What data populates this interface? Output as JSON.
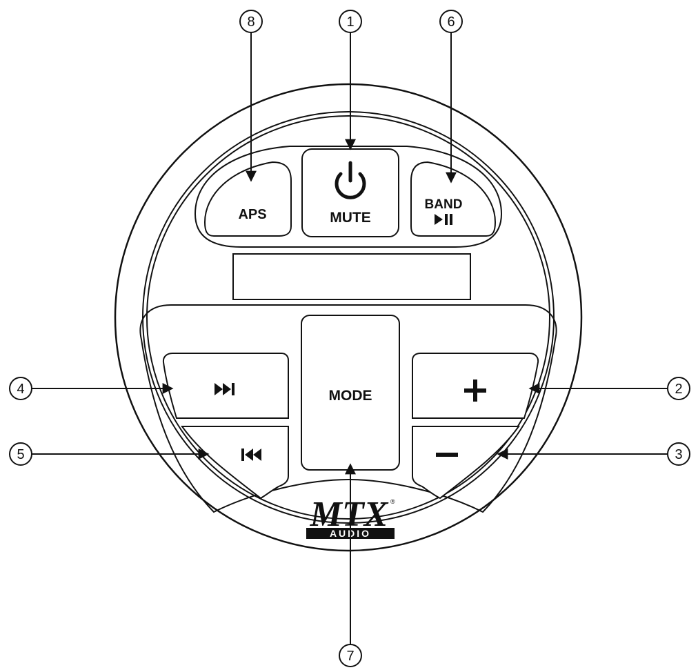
{
  "buttons": {
    "aps": "APS",
    "mute": "MUTE",
    "band": "BAND",
    "mode": "MODE"
  },
  "icons": {
    "power": "power-icon",
    "play_pause": "play-pause-icon",
    "next": "skip-next-icon",
    "previous": "skip-previous-icon",
    "plus": "plus-icon",
    "minus": "minus-icon"
  },
  "logo": {
    "brand": "MTX",
    "sub": "AUDIO"
  },
  "callouts": {
    "mute": "1",
    "volume_up": "2",
    "volume_down": "3",
    "next": "4",
    "previous": "5",
    "band": "6",
    "mode": "7",
    "aps": "8"
  },
  "colors": {
    "line": "#111111",
    "background": "#ffffff"
  }
}
